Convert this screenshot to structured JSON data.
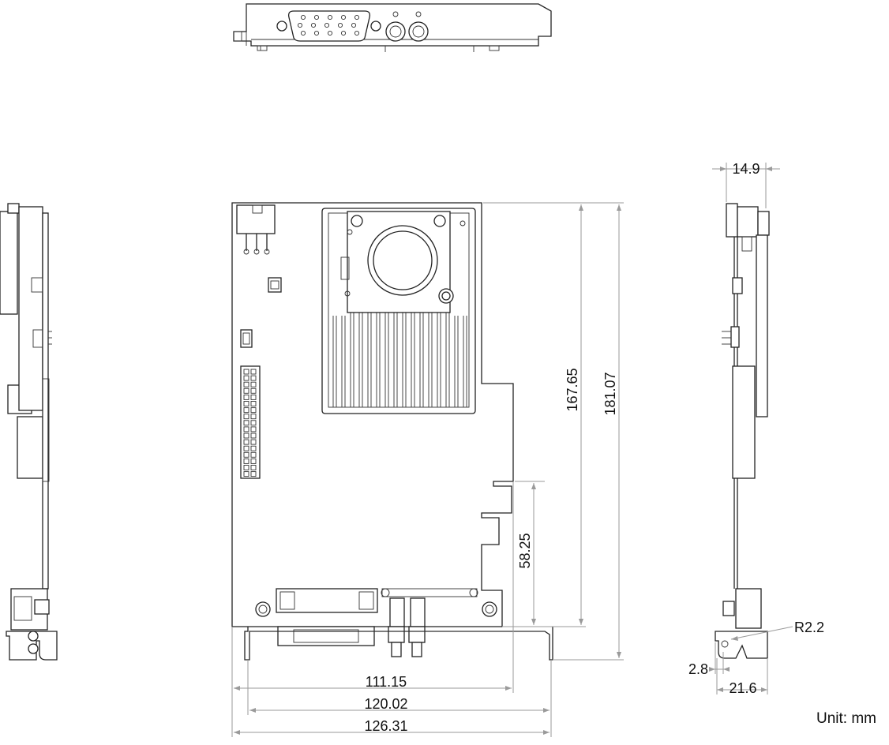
{
  "drawing": {
    "dimensions": {
      "width_pcb": "111.15",
      "width_bracket": "120.02",
      "width_overall": "126.31",
      "height_board": "167.65",
      "height_overall": "181.07",
      "height_slot": "58.25",
      "side_thickness": "14.9",
      "side_radius": "R2.2",
      "side_offset": "2.8",
      "side_depth": "21.6"
    },
    "unit_label": "Unit: mm"
  }
}
